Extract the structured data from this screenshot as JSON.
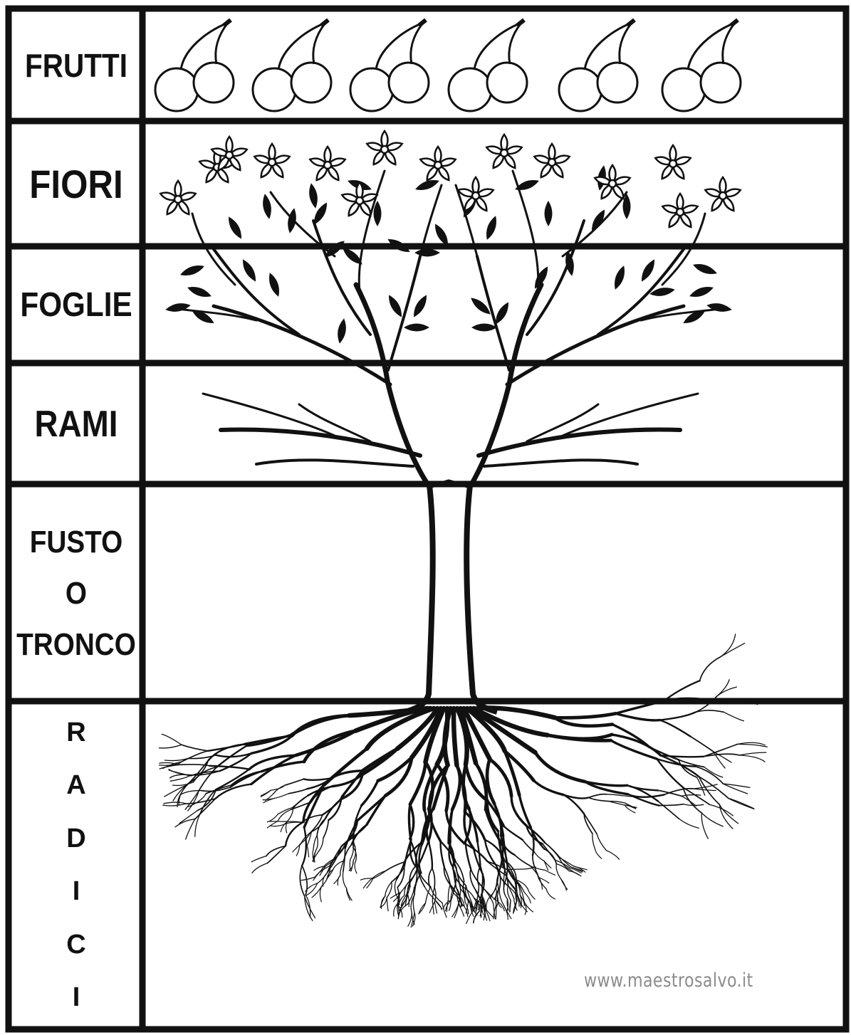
{
  "rows": {
    "frutti": "FRUTTI",
    "fiori": "FIORI",
    "foglie": "FOGLIE",
    "rami": "RAMI",
    "fusto": [
      "FUSTO",
      "O",
      "TRONCO"
    ],
    "radici": [
      "R",
      "A",
      "D",
      "I",
      "C",
      "I"
    ]
  },
  "watermark": "www.maestrosalvo.it",
  "colors": {
    "line": "#111111",
    "background": "#ffffff",
    "watermark": "#8c8c8c"
  },
  "icons": [
    "cherry-pair-icon",
    "flower-icon",
    "leaf-icon"
  ]
}
